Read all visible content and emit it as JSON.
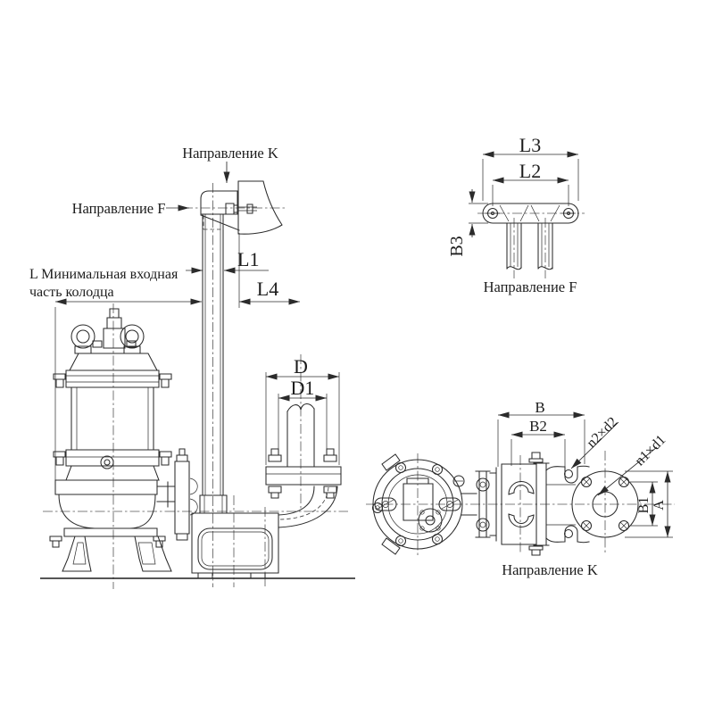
{
  "drawing": {
    "annotations": {
      "direction_k": "Направление K",
      "direction_f": "Направление F",
      "min_inlet_line1": "L Минимальная входная",
      "min_inlet_line2": "часть колодца"
    },
    "main_view": {
      "dims": {
        "l1": "L1",
        "l4": "L4",
        "d": "D",
        "d1": "D1"
      }
    },
    "view_f": {
      "caption": "Направление F",
      "dims": {
        "l3": "L3",
        "l2": "L2",
        "b3": "B3"
      }
    },
    "view_k": {
      "caption": "Направление K",
      "dims": {
        "b": "B",
        "b2": "B2",
        "b1": "B1",
        "a": "A",
        "n2d2": "n2×d2",
        "n1d1": "n1×d1"
      }
    },
    "colors": {
      "line": "#2b2b2b",
      "centerline": "#555555",
      "background": "#ffffff"
    }
  }
}
